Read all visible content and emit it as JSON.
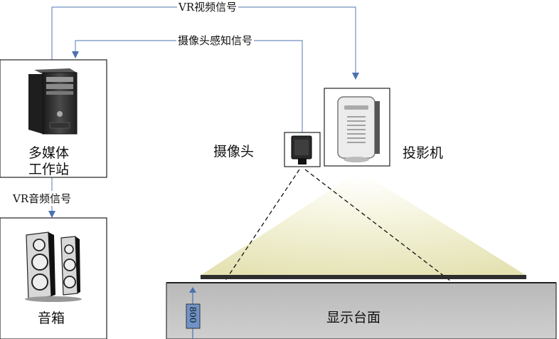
{
  "signals": {
    "vr_video": "VR视频信号",
    "camera_sense": "摄像头感知信号",
    "vr_audio": "VR音频信号"
  },
  "workstation": {
    "line1": "多媒体",
    "line2": "工作站"
  },
  "speakers": {
    "label": "音箱"
  },
  "camera": {
    "label": "摄像头"
  },
  "projector": {
    "label": "投影机"
  },
  "table": {
    "label": "显示台面",
    "height": "800"
  },
  "colors": {
    "arrow": "#4a72b0",
    "line": "#7090c0",
    "light_cone": "#f3f1d2",
    "table_fill": "#c4c4c4",
    "table_top": "#2e2e2e"
  },
  "icons": [
    "pc-tower-icon",
    "speaker-icon",
    "camera-icon",
    "projector-icon"
  ]
}
